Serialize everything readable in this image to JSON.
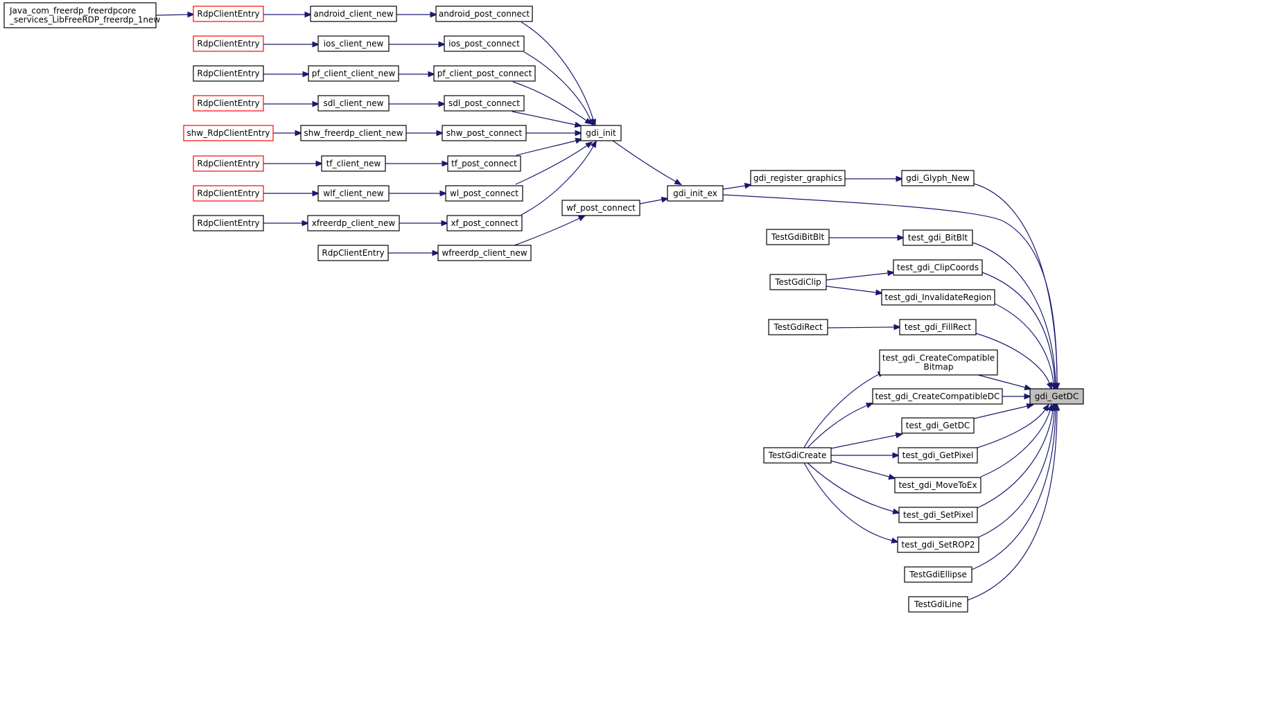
{
  "graph_title": "",
  "colors": {
    "edge": "#191970",
    "node_border": "#000000",
    "truncated_node_border": "#ff0000",
    "target_fill": "#bfbfbf",
    "node_fill": "#ffffff"
  },
  "nodes": [
    {
      "id": "java_entry",
      "lines": [
        "Java_com_freerdp_freerdpcore",
        "_services_LibFreeRDP_freerdp_1new"
      ],
      "style": "normal"
    },
    {
      "id": "rce_android",
      "lines": [
        "RdpClientEntry"
      ],
      "style": "red"
    },
    {
      "id": "android_client_new",
      "lines": [
        "android_client_new"
      ],
      "style": "normal"
    },
    {
      "id": "android_post_connect",
      "lines": [
        "android_post_connect"
      ],
      "style": "normal"
    },
    {
      "id": "rce_ios",
      "lines": [
        "RdpClientEntry"
      ],
      "style": "red"
    },
    {
      "id": "ios_client_new",
      "lines": [
        "ios_client_new"
      ],
      "style": "normal"
    },
    {
      "id": "ios_post_connect",
      "lines": [
        "ios_post_connect"
      ],
      "style": "normal"
    },
    {
      "id": "rce_pf",
      "lines": [
        "RdpClientEntry"
      ],
      "style": "normal"
    },
    {
      "id": "pf_client_client_new",
      "lines": [
        "pf_client_client_new"
      ],
      "style": "normal"
    },
    {
      "id": "pf_client_post_connect",
      "lines": [
        "pf_client_post_connect"
      ],
      "style": "normal"
    },
    {
      "id": "rce_sdl",
      "lines": [
        "RdpClientEntry"
      ],
      "style": "red"
    },
    {
      "id": "sdl_client_new",
      "lines": [
        "sdl_client_new"
      ],
      "style": "normal"
    },
    {
      "id": "sdl_post_connect",
      "lines": [
        "sdl_post_connect"
      ],
      "style": "normal"
    },
    {
      "id": "shw_rce",
      "lines": [
        "shw_RdpClientEntry"
      ],
      "style": "red"
    },
    {
      "id": "shw_freerdp_client_new",
      "lines": [
        "shw_freerdp_client_new"
      ],
      "style": "normal"
    },
    {
      "id": "shw_post_connect",
      "lines": [
        "shw_post_connect"
      ],
      "style": "normal"
    },
    {
      "id": "rce_tf",
      "lines": [
        "RdpClientEntry"
      ],
      "style": "red"
    },
    {
      "id": "tf_client_new",
      "lines": [
        "tf_client_new"
      ],
      "style": "normal"
    },
    {
      "id": "tf_post_connect",
      "lines": [
        "tf_post_connect"
      ],
      "style": "normal"
    },
    {
      "id": "rce_wlf",
      "lines": [
        "RdpClientEntry"
      ],
      "style": "red"
    },
    {
      "id": "wlf_client_new",
      "lines": [
        "wlf_client_new"
      ],
      "style": "normal"
    },
    {
      "id": "wl_post_connect",
      "lines": [
        "wl_post_connect"
      ],
      "style": "normal"
    },
    {
      "id": "rce_xf",
      "lines": [
        "RdpClientEntry"
      ],
      "style": "normal"
    },
    {
      "id": "xfreerdp_client_new",
      "lines": [
        "xfreerdp_client_new"
      ],
      "style": "normal"
    },
    {
      "id": "xf_post_connect",
      "lines": [
        "xf_post_connect"
      ],
      "style": "normal"
    },
    {
      "id": "rce_wf",
      "lines": [
        "RdpClientEntry"
      ],
      "style": "normal"
    },
    {
      "id": "wfreerdp_client_new",
      "lines": [
        "wfreerdp_client_new"
      ],
      "style": "normal"
    },
    {
      "id": "wf_post_connect",
      "lines": [
        "wf_post_connect"
      ],
      "style": "normal"
    },
    {
      "id": "gdi_init",
      "lines": [
        "gdi_init"
      ],
      "style": "normal"
    },
    {
      "id": "gdi_init_ex",
      "lines": [
        "gdi_init_ex"
      ],
      "style": "normal"
    },
    {
      "id": "gdi_register_graphics",
      "lines": [
        "gdi_register_graphics"
      ],
      "style": "normal"
    },
    {
      "id": "gdi_Glyph_New",
      "lines": [
        "gdi_Glyph_New"
      ],
      "style": "normal"
    },
    {
      "id": "TestGdiBitBlt",
      "lines": [
        "TestGdiBitBlt"
      ],
      "style": "normal"
    },
    {
      "id": "test_gdi_BitBlt",
      "lines": [
        "test_gdi_BitBlt"
      ],
      "style": "normal"
    },
    {
      "id": "test_gdi_ClipCoords",
      "lines": [
        "test_gdi_ClipCoords"
      ],
      "style": "normal"
    },
    {
      "id": "TestGdiClip",
      "lines": [
        "TestGdiClip"
      ],
      "style": "normal"
    },
    {
      "id": "test_gdi_InvalidateRegion",
      "lines": [
        "test_gdi_InvalidateRegion"
      ],
      "style": "normal"
    },
    {
      "id": "TestGdiRect",
      "lines": [
        "TestGdiRect"
      ],
      "style": "normal"
    },
    {
      "id": "test_gdi_FillRect",
      "lines": [
        "test_gdi_FillRect"
      ],
      "style": "normal"
    },
    {
      "id": "test_gdi_CreateCompatibleBitmap",
      "lines": [
        "test_gdi_CreateCompatible",
        "Bitmap"
      ],
      "style": "normal"
    },
    {
      "id": "test_gdi_CreateCompatibleDC",
      "lines": [
        "test_gdi_CreateCompatibleDC"
      ],
      "style": "normal"
    },
    {
      "id": "gdi_GetDC",
      "lines": [
        "gdi_GetDC"
      ],
      "style": "target"
    },
    {
      "id": "test_gdi_GetDC",
      "lines": [
        "test_gdi_GetDC"
      ],
      "style": "normal"
    },
    {
      "id": "TestGdiCreate",
      "lines": [
        "TestGdiCreate"
      ],
      "style": "normal"
    },
    {
      "id": "test_gdi_GetPixel",
      "lines": [
        "test_gdi_GetPixel"
      ],
      "style": "normal"
    },
    {
      "id": "test_gdi_MoveToEx",
      "lines": [
        "test_gdi_MoveToEx"
      ],
      "style": "normal"
    },
    {
      "id": "test_gdi_SetPixel",
      "lines": [
        "test_gdi_SetPixel"
      ],
      "style": "normal"
    },
    {
      "id": "test_gdi_SetROP2",
      "lines": [
        "test_gdi_SetROP2"
      ],
      "style": "normal"
    },
    {
      "id": "TestGdiEllipse",
      "lines": [
        "TestGdiEllipse"
      ],
      "style": "normal"
    },
    {
      "id": "TestGdiLine",
      "lines": [
        "TestGdiLine"
      ],
      "style": "normal"
    }
  ],
  "edges": [
    {
      "from": "java_entry",
      "to": "rce_android"
    },
    {
      "from": "rce_android",
      "to": "android_client_new"
    },
    {
      "from": "android_client_new",
      "to": "android_post_connect"
    },
    {
      "from": "android_post_connect",
      "to": "gdi_init"
    },
    {
      "from": "rce_ios",
      "to": "ios_client_new"
    },
    {
      "from": "ios_client_new",
      "to": "ios_post_connect"
    },
    {
      "from": "ios_post_connect",
      "to": "gdi_init"
    },
    {
      "from": "rce_pf",
      "to": "pf_client_client_new"
    },
    {
      "from": "pf_client_client_new",
      "to": "pf_client_post_connect"
    },
    {
      "from": "pf_client_post_connect",
      "to": "gdi_init"
    },
    {
      "from": "rce_sdl",
      "to": "sdl_client_new"
    },
    {
      "from": "sdl_client_new",
      "to": "sdl_post_connect"
    },
    {
      "from": "sdl_post_connect",
      "to": "gdi_init"
    },
    {
      "from": "shw_rce",
      "to": "shw_freerdp_client_new"
    },
    {
      "from": "shw_freerdp_client_new",
      "to": "shw_post_connect"
    },
    {
      "from": "shw_post_connect",
      "to": "gdi_init"
    },
    {
      "from": "rce_tf",
      "to": "tf_client_new"
    },
    {
      "from": "tf_client_new",
      "to": "tf_post_connect"
    },
    {
      "from": "tf_post_connect",
      "to": "gdi_init"
    },
    {
      "from": "rce_wlf",
      "to": "wlf_client_new"
    },
    {
      "from": "wlf_client_new",
      "to": "wl_post_connect"
    },
    {
      "from": "wl_post_connect",
      "to": "gdi_init"
    },
    {
      "from": "rce_xf",
      "to": "xfreerdp_client_new"
    },
    {
      "from": "xfreerdp_client_new",
      "to": "xf_post_connect"
    },
    {
      "from": "xf_post_connect",
      "to": "gdi_init"
    },
    {
      "from": "rce_wf",
      "to": "wfreerdp_client_new"
    },
    {
      "from": "wfreerdp_client_new",
      "to": "wf_post_connect"
    },
    {
      "from": "wf_post_connect",
      "to": "gdi_init_ex"
    },
    {
      "from": "gdi_init",
      "to": "gdi_init_ex"
    },
    {
      "from": "gdi_init_ex",
      "to": "gdi_register_graphics"
    },
    {
      "from": "gdi_register_graphics",
      "to": "gdi_Glyph_New"
    },
    {
      "from": "gdi_Glyph_New",
      "to": "gdi_GetDC"
    },
    {
      "from": "gdi_init_ex",
      "to": "gdi_GetDC"
    },
    {
      "from": "TestGdiBitBlt",
      "to": "test_gdi_BitBlt"
    },
    {
      "from": "test_gdi_BitBlt",
      "to": "gdi_GetDC"
    },
    {
      "from": "TestGdiClip",
      "to": "test_gdi_ClipCoords"
    },
    {
      "from": "test_gdi_ClipCoords",
      "to": "gdi_GetDC"
    },
    {
      "from": "TestGdiClip",
      "to": "test_gdi_InvalidateRegion"
    },
    {
      "from": "test_gdi_InvalidateRegion",
      "to": "gdi_GetDC"
    },
    {
      "from": "TestGdiRect",
      "to": "test_gdi_FillRect"
    },
    {
      "from": "test_gdi_FillRect",
      "to": "gdi_GetDC"
    },
    {
      "from": "TestGdiCreate",
      "to": "test_gdi_CreateCompatibleBitmap"
    },
    {
      "from": "test_gdi_CreateCompatibleBitmap",
      "to": "gdi_GetDC"
    },
    {
      "from": "TestGdiCreate",
      "to": "test_gdi_CreateCompatibleDC"
    },
    {
      "from": "test_gdi_CreateCompatibleDC",
      "to": "gdi_GetDC"
    },
    {
      "from": "TestGdiCreate",
      "to": "test_gdi_GetDC"
    },
    {
      "from": "test_gdi_GetDC",
      "to": "gdi_GetDC"
    },
    {
      "from": "TestGdiCreate",
      "to": "test_gdi_GetPixel"
    },
    {
      "from": "test_gdi_GetPixel",
      "to": "gdi_GetDC"
    },
    {
      "from": "TestGdiCreate",
      "to": "test_gdi_MoveToEx"
    },
    {
      "from": "test_gdi_MoveToEx",
      "to": "gdi_GetDC"
    },
    {
      "from": "TestGdiCreate",
      "to": "test_gdi_SetPixel"
    },
    {
      "from": "test_gdi_SetPixel",
      "to": "gdi_GetDC"
    },
    {
      "from": "TestGdiCreate",
      "to": "test_gdi_SetROP2"
    },
    {
      "from": "test_gdi_SetROP2",
      "to": "gdi_GetDC"
    },
    {
      "from": "TestGdiEllipse",
      "to": "gdi_GetDC"
    },
    {
      "from": "TestGdiLine",
      "to": "gdi_GetDC"
    }
  ]
}
